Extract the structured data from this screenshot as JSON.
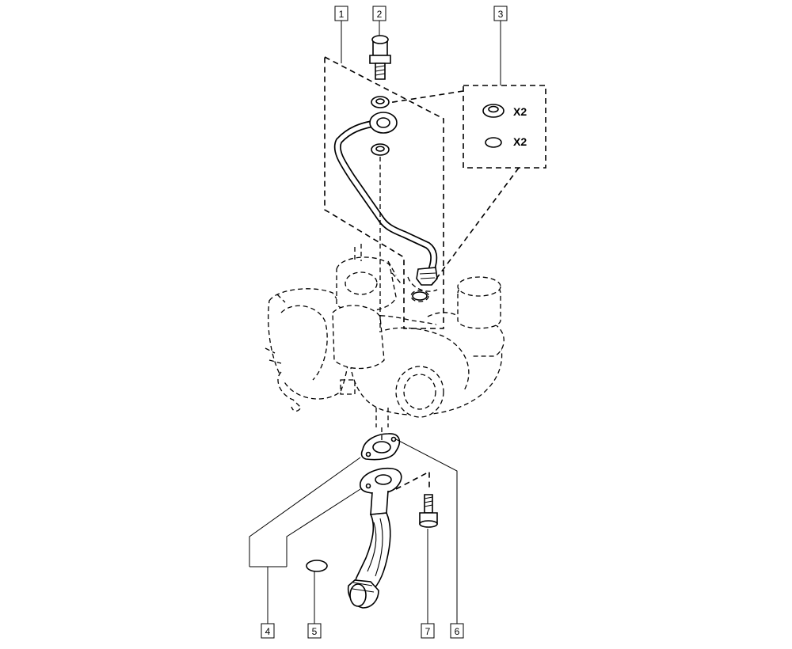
{
  "callouts": [
    {
      "id": "callout-1",
      "label": "1"
    },
    {
      "id": "callout-2",
      "label": "2"
    },
    {
      "id": "callout-3",
      "label": "3"
    },
    {
      "id": "callout-4",
      "label": "4"
    },
    {
      "id": "callout-5",
      "label": "5"
    },
    {
      "id": "callout-6",
      "label": "6"
    },
    {
      "id": "callout-7",
      "label": "7"
    }
  ],
  "kit": {
    "washer_qty": "X2",
    "oring_qty": "X2"
  }
}
